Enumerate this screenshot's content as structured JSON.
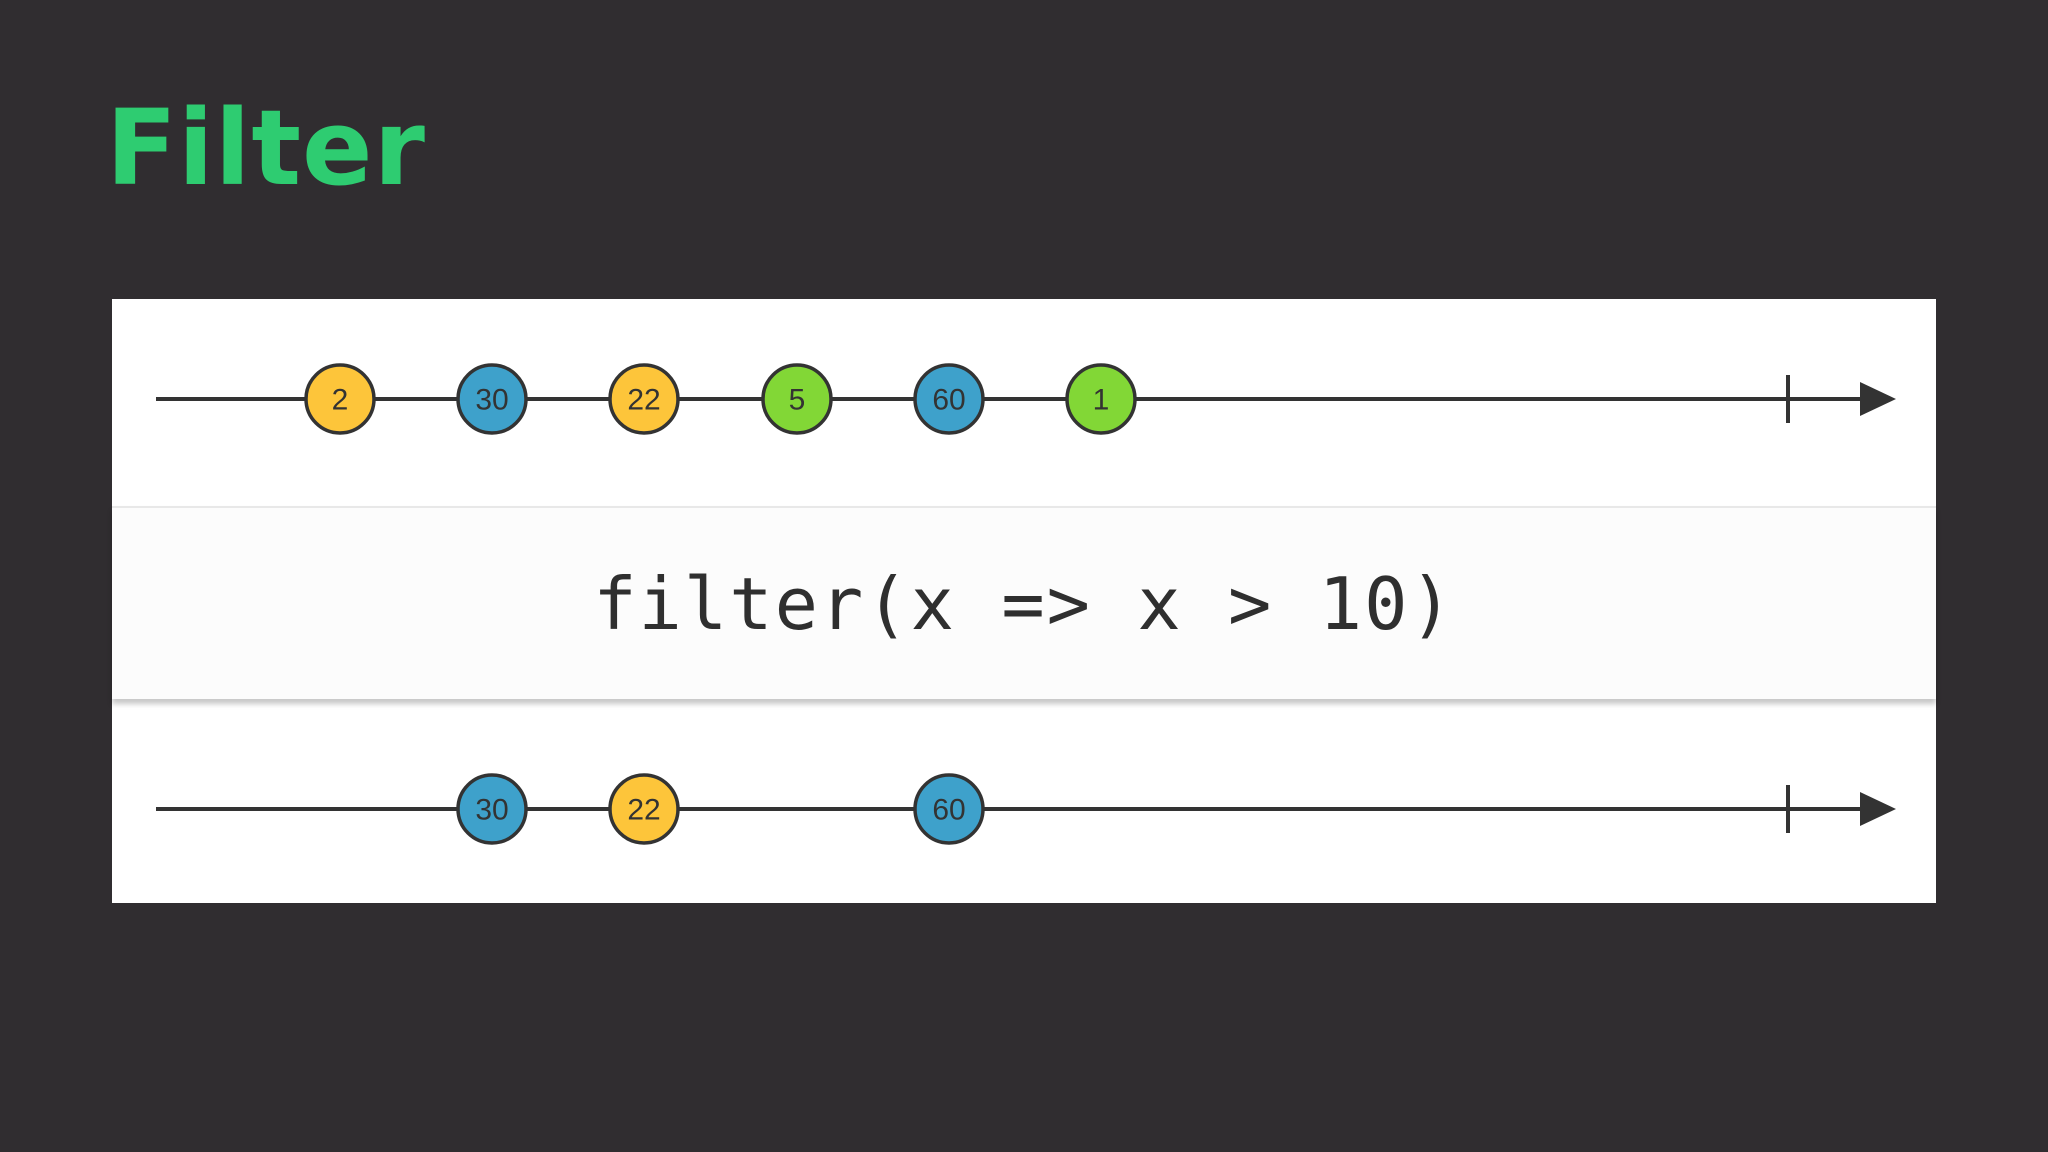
{
  "slide": {
    "title": "Filter",
    "title_color": "#2ecc71",
    "background_color": "#302d30"
  },
  "colors": {
    "yellow": "#fdc53a",
    "blue": "#3ea1cb",
    "green": "#82d736",
    "line": "#333333"
  },
  "diagram": {
    "operator": "filter(x => x > 10)",
    "input": {
      "marbles": [
        {
          "label": "2",
          "color": "yellow"
        },
        {
          "label": "30",
          "color": "blue"
        },
        {
          "label": "22",
          "color": "yellow"
        },
        {
          "label": "5",
          "color": "green"
        },
        {
          "label": "60",
          "color": "blue"
        },
        {
          "label": "1",
          "color": "green"
        }
      ],
      "completes": true
    },
    "output": {
      "marbles": [
        {
          "label": "30",
          "color": "blue"
        },
        {
          "label": "22",
          "color": "yellow"
        },
        {
          "label": "60",
          "color": "blue"
        }
      ],
      "completes": true
    }
  }
}
